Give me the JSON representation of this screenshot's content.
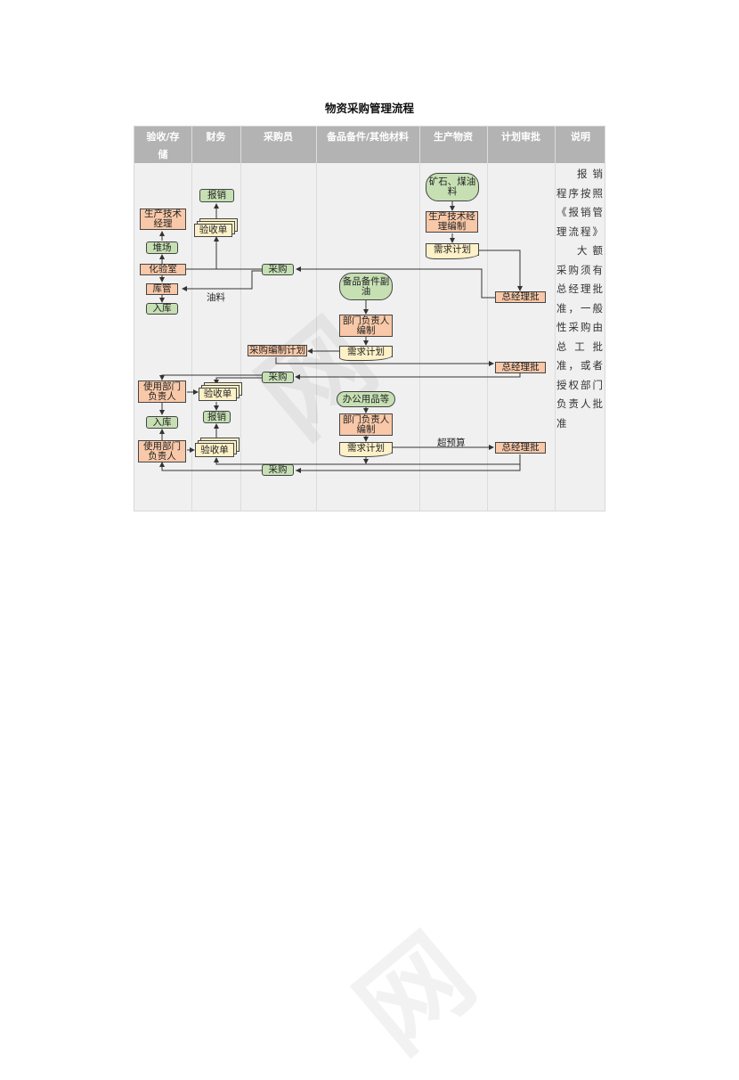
{
  "title": "物资采购管理流程",
  "columns": [
    {
      "label": "验收/存储"
    },
    {
      "label": "财务"
    },
    {
      "label": "采购员"
    },
    {
      "label": "备品备件/其他材料"
    },
    {
      "label": "生产物资"
    },
    {
      "label": "计划审批"
    },
    {
      "label": "说明"
    }
  ],
  "header_lines": {
    "col0_line1": "验收/存",
    "col0_line2": "储"
  },
  "nodes": {
    "baoxiao_top": "报销",
    "shengchan_jishu_jingli": "生产技术经理",
    "yanshoudan_top": "验收单",
    "duichang": "堆场",
    "huayanshi": "化验室",
    "caigou_1": "采购",
    "kuguan": "库管",
    "ruku_1": "入库",
    "kuangshi_meiyouliao": "矿石、煤油料",
    "shengchan_jishu_jingli_bianzhi": "生产技术经理编制",
    "xuqiu_jihua_1": "需求计划",
    "zongjingli_pi_1": "总经理批",
    "beipin_fuyou": "备品备件副油",
    "bumen_fuzeren_bianzhi_1": "部门负责人编制",
    "xuqiu_jihua_2": "需求计划",
    "caigou_bianzhi_jihua": "采购编制计划",
    "zongjingli_pi_2": "总经理批",
    "caigou_2": "采购",
    "shiyong_bumen_fuzeren_1": "使用部门负责人",
    "yanshoudan_mid": "验收单",
    "ruku_2": "入库",
    "baoxiao_mid": "报销",
    "shiyong_bumen_fuzeren_2": "使用部门负责人",
    "yanshoudan_bottom": "验收单",
    "bangong_yongpin": "办公用品等",
    "bumen_fuzeren_bianzhi_2": "部门负责人编制",
    "xuqiu_jihua_3": "需求计划",
    "zongjingli_pi_3": "总经理批",
    "caigou_3": "采购"
  },
  "edge_labels": {
    "youliao": "油料",
    "chao_yusuan": "超预算"
  },
  "notes": {
    "para1": "报销程序按照《报销管理流程》",
    "para2": "大额采购须有总经理批准，一般性采购由总工批准，或者授权部门负责人批准"
  },
  "colors": {
    "header_bg": "#b3b3b3",
    "body_bg": "#f0f0f0",
    "green_node": "#c6e0b4",
    "orange_node": "#f8c8a8",
    "doc_node": "#fdf1c8"
  }
}
